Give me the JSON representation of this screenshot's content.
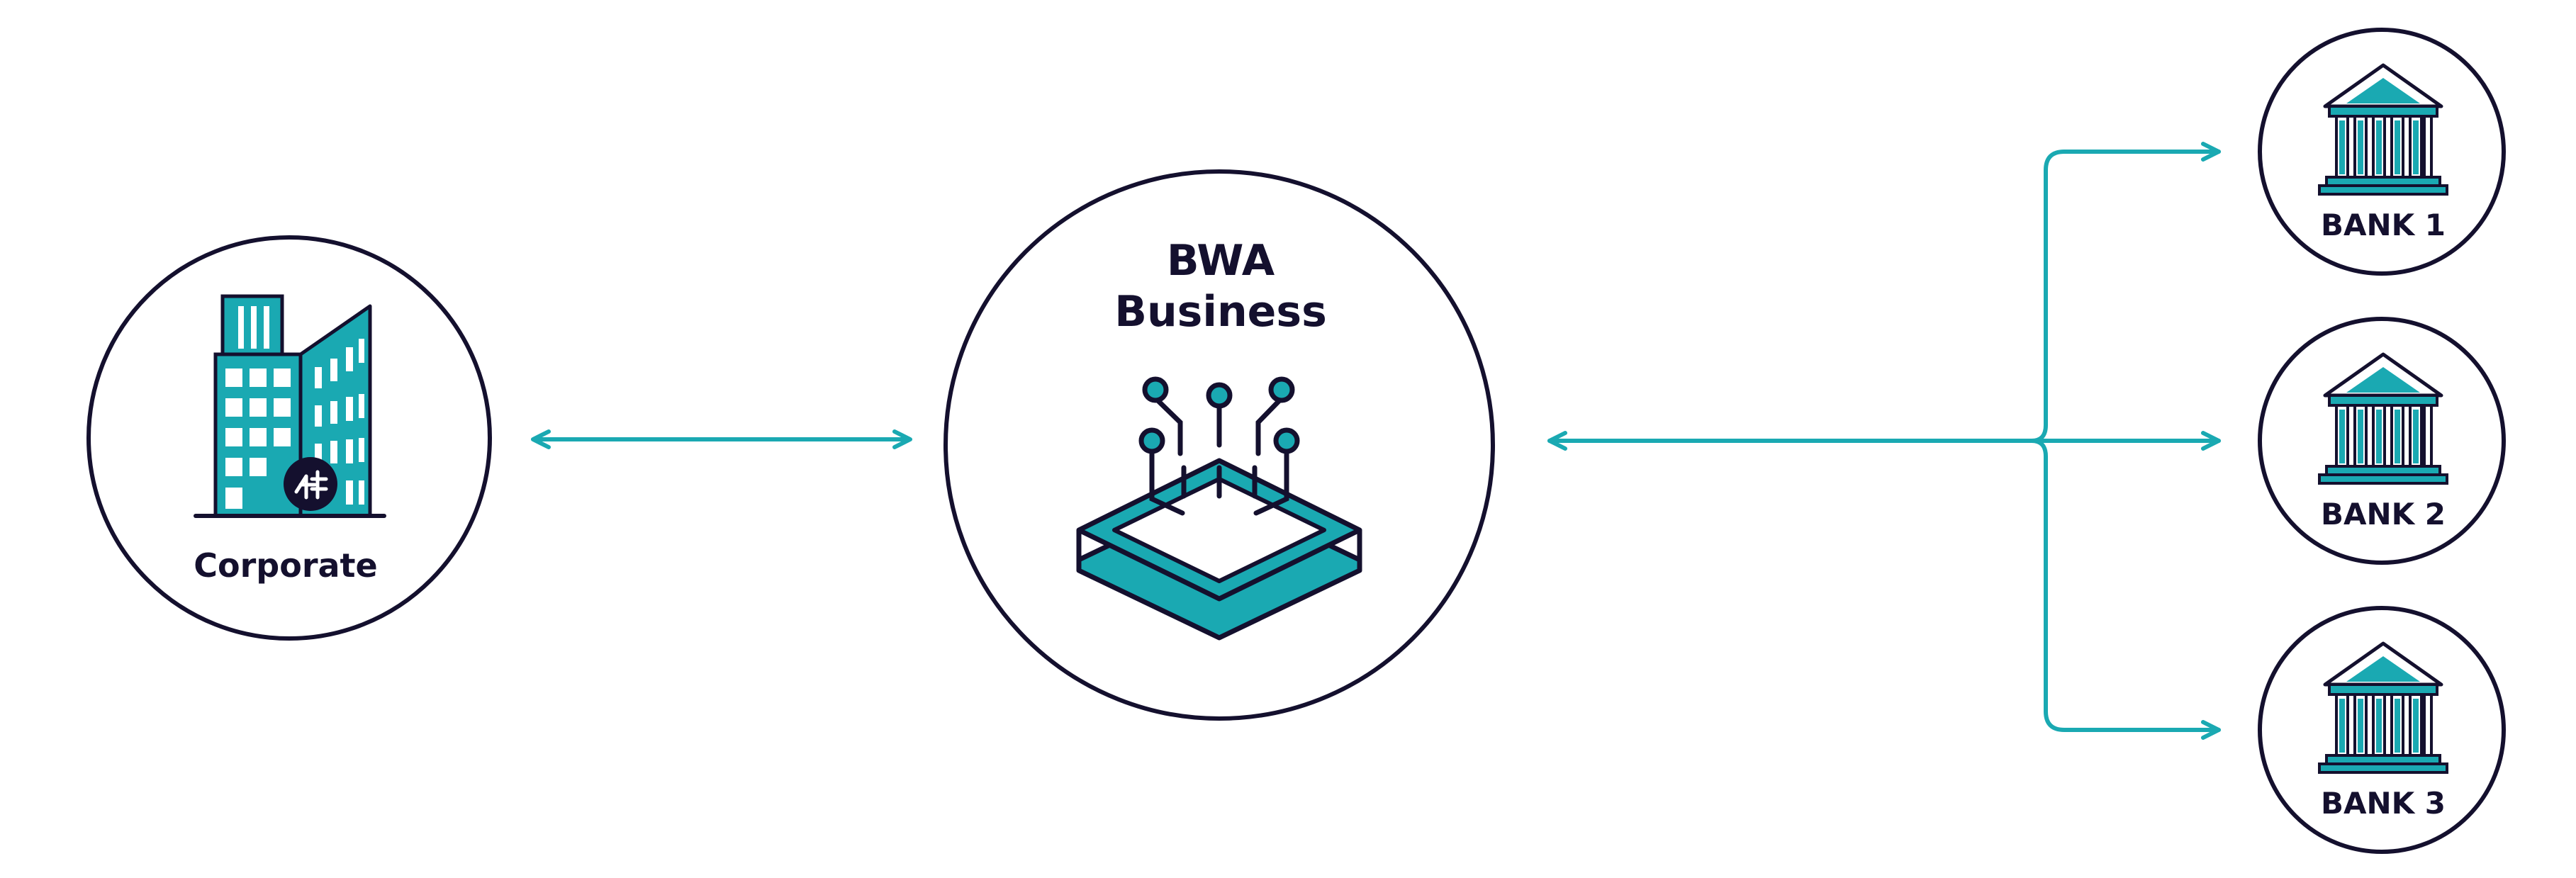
{
  "colors": {
    "ink": "#14102e",
    "teal": "#1aa9b2",
    "teal_light": "#27b6bf",
    "white": "#ffffff"
  },
  "nodes": {
    "corporate": {
      "label": "Corporate",
      "icon": "office-building-icon",
      "badge_icon": "brand-monogram-icon"
    },
    "bwa": {
      "title_line1": "BWA",
      "title_line2": "Business",
      "icon": "circuit-platform-icon"
    },
    "banks": [
      {
        "label": "BANK 1",
        "icon": "bank-building-icon"
      },
      {
        "label": "BANK 2",
        "icon": "bank-building-icon"
      },
      {
        "label": "BANK 3",
        "icon": "bank-building-icon"
      }
    ]
  },
  "connectors": [
    {
      "from": "corporate",
      "to": "bwa",
      "style": "double-arrow"
    },
    {
      "from": "bwa",
      "to": "banks",
      "style": "double-arrow-branching"
    }
  ]
}
